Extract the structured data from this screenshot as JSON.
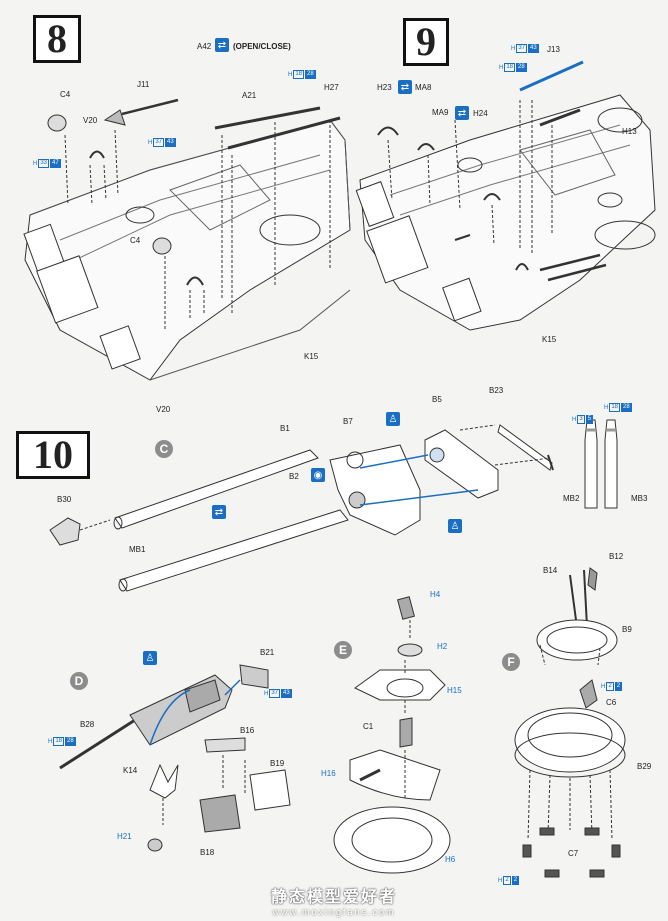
{
  "steps": {
    "s8": "8",
    "s9": "9",
    "s10": "10"
  },
  "sub_assemblies": {
    "c": "C",
    "d": "D",
    "e": "E",
    "f": "F"
  },
  "notes": {
    "open_close": "(OPEN/CLOSE)"
  },
  "step8": {
    "a42": "A42",
    "j11": "J11",
    "c4a": "C4",
    "c4b": "C4",
    "v20a": "V20",
    "v20b": "V20",
    "a21": "A21",
    "h27": "H27",
    "k15": "K15",
    "ref_h33": {
      "h": "H",
      "n": "33",
      "m": "47"
    },
    "ref_h37": {
      "h": "H",
      "n": "37",
      "m": "43"
    },
    "ref_h18": {
      "h": "H",
      "n": "18",
      "m": "28"
    }
  },
  "step9": {
    "h23": "H23",
    "ma8": "MA8",
    "ma9": "MA9",
    "h24": "H24",
    "j13": "J13",
    "h13": "H13",
    "k15": "K15",
    "ref_h37": {
      "h": "H",
      "n": "37",
      "m": "43"
    },
    "ref_h18": {
      "h": "H",
      "n": "18",
      "m": "28"
    }
  },
  "step10": {
    "b1": "B1",
    "b2": "B2",
    "b7": "B7",
    "b5": "B5",
    "b23": "B23",
    "b30": "B30",
    "mb1": "MB1",
    "mb2": "MB2",
    "mb3": "MB3",
    "ref_h3": {
      "h": "H",
      "n": "3",
      "m": "5"
    },
    "ref_h18": {
      "h": "H",
      "n": "18",
      "m": "28"
    }
  },
  "subD": {
    "b21": "B21",
    "b28": "B28",
    "k14": "K14",
    "b16": "B16",
    "b19": "B19",
    "b18": "B18",
    "h21": "H21",
    "ref_h37": {
      "h": "H",
      "n": "37",
      "m": "43"
    },
    "ref_h18": {
      "h": "H",
      "n": "18",
      "m": "28"
    }
  },
  "subE": {
    "h4": "H4",
    "h2": "H2",
    "h15": "H15",
    "c1": "C1",
    "h16": "H16",
    "h6": "H6"
  },
  "subF": {
    "b14": "B14",
    "b12": "B12",
    "b9": "B9",
    "c6": "C6",
    "b29": "B29",
    "c7": "C7",
    "ref_h2a": {
      "h": "H",
      "n": "2",
      "m": "2"
    },
    "ref_h2b": {
      "h": "H",
      "n": "2",
      "m": "2"
    }
  },
  "watermark": {
    "title": "静态模型爱好者",
    "url": "www.moxingfans.com"
  },
  "colors": {
    "accent": "#1a6fc4",
    "step_box": "#111111",
    "sub_circle": "#8c8c8c",
    "paper": "#f4f4f3"
  },
  "icons": {
    "cement": "glue-icon",
    "open_close": "choose-icon",
    "paint": "paint-icon",
    "water": "drop-icon"
  }
}
